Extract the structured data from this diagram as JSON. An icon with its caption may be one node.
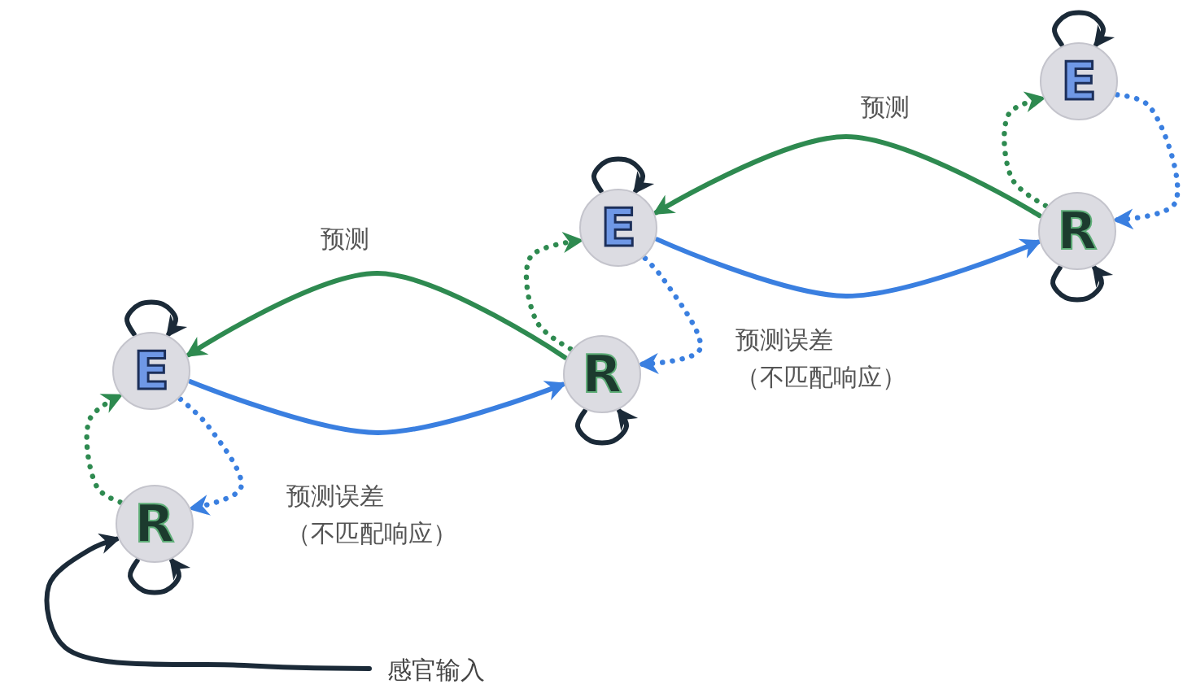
{
  "diagram": {
    "nodes": [
      {
        "text": [
          "E"
        ]
      },
      {
        "text": [
          "R"
        ]
      },
      {
        "text": [
          "E"
        ]
      },
      {
        "text": [
          "R"
        ]
      },
      {
        "text": [
          "E"
        ]
      },
      {
        "text": [
          "R"
        ]
      },
      {
        "text": [
          "感官输入"
        ]
      }
    ],
    "edges": [
      {
        "from": 6,
        "to": 1,
        "arrow": "to",
        "color": "#1b2a38"
      },
      {
        "from": 1,
        "to": 0,
        "arrow": "to",
        "style": "dashed",
        "color": "#2e8a50"
      },
      {
        "from": 0,
        "to": 1,
        "arrow": "to",
        "style": "dashed",
        "color": "#3a7fe0",
        "label": "预测误差（不匹配响应）"
      },
      {
        "from": 3,
        "to": 0,
        "arrow": "to",
        "color": "#2e8a50",
        "label": "预测"
      },
      {
        "from": 0,
        "to": 3,
        "arrow": "to",
        "color": "#3a7fe0"
      },
      {
        "from": 3,
        "to": 2,
        "arrow": "to",
        "style": "dashed",
        "color": "#2e8a50"
      },
      {
        "from": 2,
        "to": 3,
        "arrow": "to",
        "style": "dashed",
        "color": "#3a7fe0",
        "label": "预测误差（不匹配响应）"
      },
      {
        "from": 5,
        "to": 2,
        "arrow": "to",
        "color": "#2e8a50",
        "label": "预测"
      },
      {
        "from": 2,
        "to": 5,
        "arrow": "to",
        "color": "#3a7fe0"
      },
      {
        "from": 5,
        "to": 4,
        "arrow": "to",
        "style": "dashed",
        "color": "#2e8a50"
      },
      {
        "from": 4,
        "to": 5,
        "arrow": "to",
        "style": "dashed",
        "color": "#3a7fe0"
      },
      {
        "from": 0,
        "to": 0,
        "arrow": "to",
        "color": "#1b2a38"
      },
      {
        "from": 1,
        "to": 1,
        "arrow": "to",
        "color": "#1b2a38"
      },
      {
        "from": 2,
        "to": 2,
        "arrow": "to",
        "color": "#1b2a38"
      },
      {
        "from": 3,
        "to": 3,
        "arrow": "to",
        "color": "#1b2a38"
      },
      {
        "from": 4,
        "to": 4,
        "arrow": "to",
        "color": "#1b2a38"
      },
      {
        "from": 5,
        "to": 5,
        "arrow": "to",
        "color": "#1b2a38"
      }
    ]
  }
}
